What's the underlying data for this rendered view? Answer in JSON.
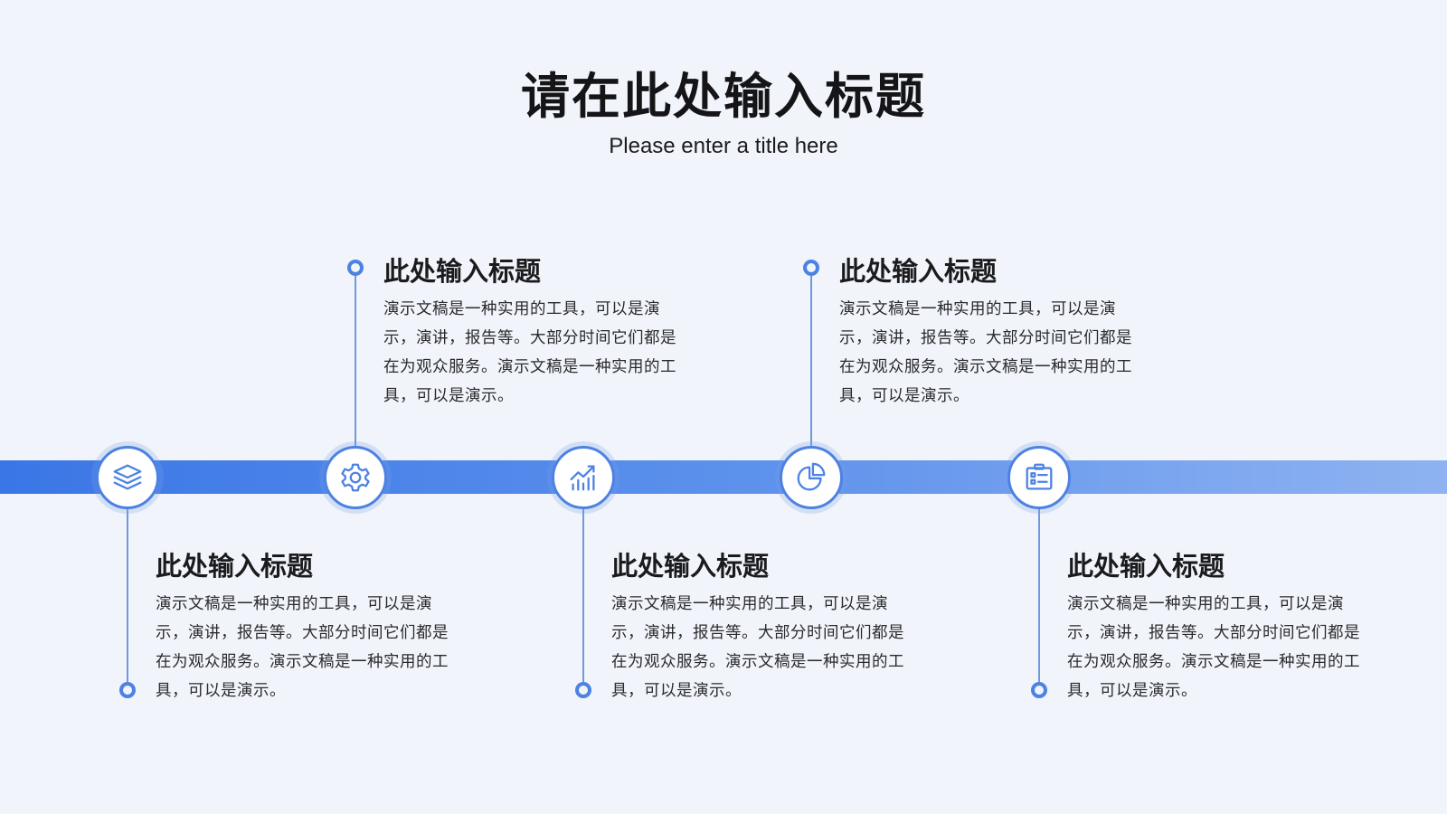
{
  "header": {
    "title": "请在此处输入标题",
    "subtitle": "Please enter a title here"
  },
  "colors": {
    "accent": "#4d82e3",
    "bar_start": "#3a76e6",
    "bar_end": "#8fb3f1",
    "background": "#f1f4fa"
  },
  "items": [
    {
      "icon": "layers-icon",
      "title": "此处输入标题",
      "text": "演示文稿是一种实用的工具，可以是演示，演讲，报告等。大部分时间它们都是在为观众服务。演示文稿是一种实用的工具，可以是演示。"
    },
    {
      "icon": "gear-icon",
      "title": "此处输入标题",
      "text": "演示文稿是一种实用的工具，可以是演示，演讲，报告等。大部分时间它们都是在为观众服务。演示文稿是一种实用的工具，可以是演示。"
    },
    {
      "icon": "bar-chart-trend-icon",
      "title": "此处输入标题",
      "text": "演示文稿是一种实用的工具，可以是演示，演讲，报告等。大部分时间它们都是在为观众服务。演示文稿是一种实用的工具，可以是演示。"
    },
    {
      "icon": "pie-chart-icon",
      "title": "此处输入标题",
      "text": "演示文稿是一种实用的工具，可以是演示，演讲，报告等。大部分时间它们都是在为观众服务。演示文稿是一种实用的工具，可以是演示。"
    },
    {
      "icon": "checklist-icon",
      "title": "此处输入标题",
      "text": "演示文稿是一种实用的工具，可以是演示，演讲，报告等。大部分时间它们都是在为观众服务。演示文稿是一种实用的工具，可以是演示。"
    }
  ]
}
